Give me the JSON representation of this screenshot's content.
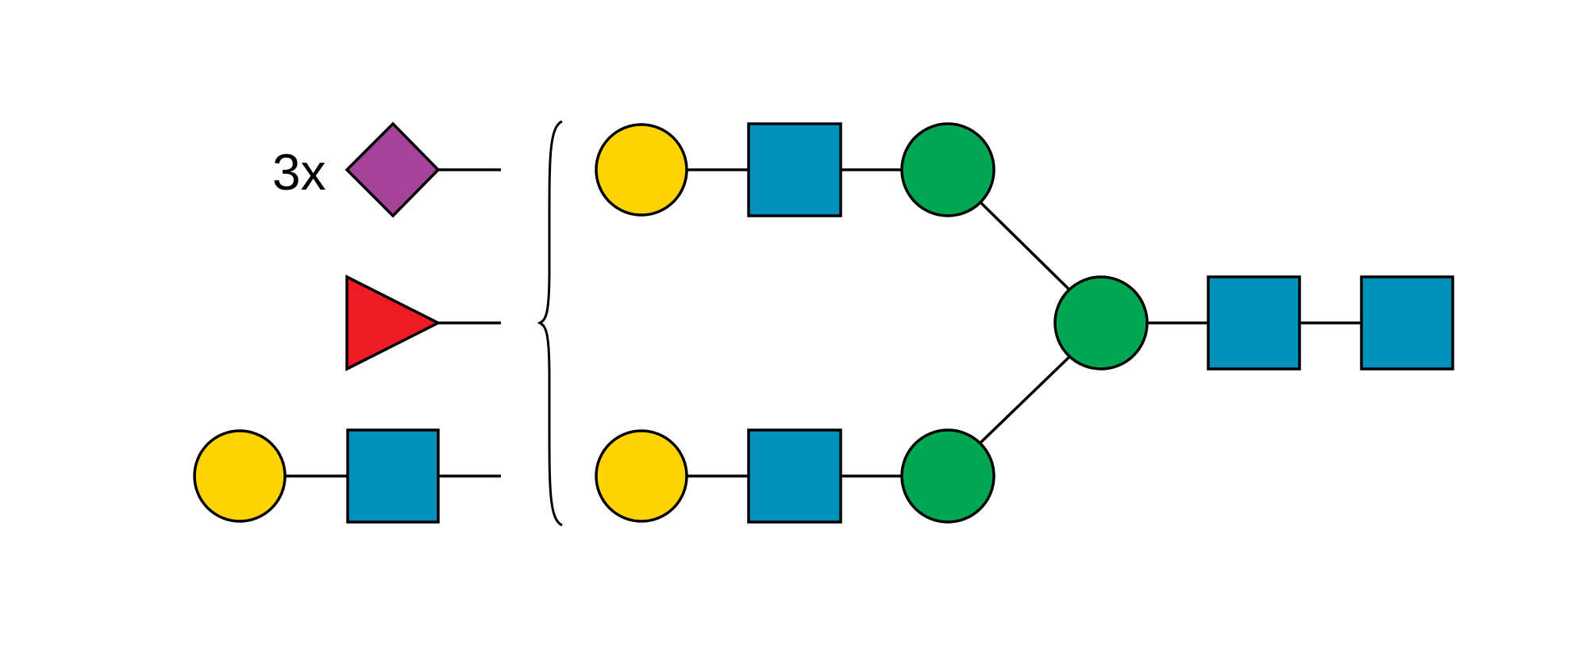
{
  "colors": {
    "galactose": "#FFD400",
    "glcnac": "#0090BC",
    "mannose": "#00A651",
    "neuac": "#A54399",
    "fucose": "#ED1C24",
    "stroke": "#000000",
    "background": "#FFFFFF"
  },
  "diagram": {
    "type": "glycan-snfg",
    "antennae_labels": {
      "neuac_multiplier": "3x"
    },
    "residues": [
      {
        "id": "neuac-free",
        "kind": "NeuAc",
        "shape": "diamond",
        "color": "#A54399",
        "icon": "purple-diamond"
      },
      {
        "id": "fucose-free",
        "kind": "Fuc",
        "shape": "triangle",
        "color": "#ED1C24",
        "icon": "red-triangle"
      },
      {
        "id": "gal-free",
        "kind": "Gal",
        "shape": "circle",
        "color": "#FFD400",
        "icon": "yellow-circle"
      },
      {
        "id": "glcnac-free",
        "kind": "GlcNAc",
        "shape": "square",
        "color": "#0090BC",
        "icon": "blue-square"
      },
      {
        "id": "gal-upper",
        "kind": "Gal",
        "shape": "circle",
        "color": "#FFD400",
        "icon": "yellow-circle"
      },
      {
        "id": "glcnac-upper",
        "kind": "GlcNAc",
        "shape": "square",
        "color": "#0090BC",
        "icon": "blue-square"
      },
      {
        "id": "man-upper",
        "kind": "Man",
        "shape": "circle",
        "color": "#00A651",
        "icon": "green-circle"
      },
      {
        "id": "gal-lower",
        "kind": "Gal",
        "shape": "circle",
        "color": "#FFD400",
        "icon": "yellow-circle"
      },
      {
        "id": "glcnac-lower",
        "kind": "GlcNAc",
        "shape": "square",
        "color": "#0090BC",
        "icon": "blue-square"
      },
      {
        "id": "man-lower",
        "kind": "Man",
        "shape": "circle",
        "color": "#00A651",
        "icon": "green-circle"
      },
      {
        "id": "man-core",
        "kind": "Man",
        "shape": "circle",
        "color": "#00A651",
        "icon": "green-circle"
      },
      {
        "id": "glcnac-core-1",
        "kind": "GlcNAc",
        "shape": "square",
        "color": "#0090BC",
        "icon": "blue-square"
      },
      {
        "id": "glcnac-core-2",
        "kind": "GlcNAc",
        "shape": "square",
        "color": "#0090BC",
        "icon": "blue-square"
      }
    ],
    "linkages": [
      {
        "from": "gal-upper",
        "to": "glcnac-upper"
      },
      {
        "from": "glcnac-upper",
        "to": "man-upper"
      },
      {
        "from": "man-upper",
        "to": "man-core"
      },
      {
        "from": "gal-lower",
        "to": "glcnac-lower"
      },
      {
        "from": "glcnac-lower",
        "to": "man-lower"
      },
      {
        "from": "man-lower",
        "to": "man-core"
      },
      {
        "from": "man-core",
        "to": "glcnac-core-1"
      },
      {
        "from": "glcnac-core-1",
        "to": "glcnac-core-2"
      },
      {
        "from": "gal-free",
        "to": "glcnac-free"
      }
    ]
  }
}
